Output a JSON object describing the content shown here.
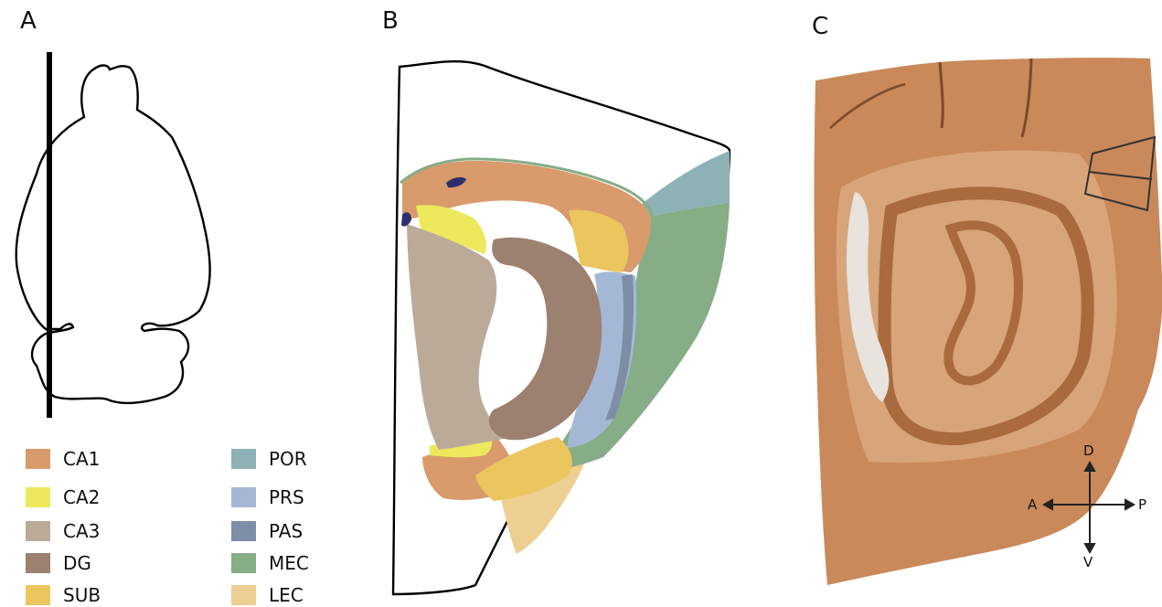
{
  "panels": {
    "a": "A",
    "b": "B",
    "c": "C"
  },
  "legend": [
    {
      "label": "CA1",
      "color": "#d99a6c"
    },
    {
      "label": "CA2",
      "color": "#ecea5c"
    },
    {
      "label": "CA3",
      "color": "#bcaa99"
    },
    {
      "label": "DG",
      "color": "#9c8170"
    },
    {
      "label": "SUB",
      "color": "#ebc65e"
    },
    {
      "label": "POR",
      "color": "#8eb1b6"
    },
    {
      "label": "PRS",
      "color": "#a4b8d6"
    },
    {
      "label": "PAS",
      "color": "#7d8ea6"
    },
    {
      "label": "MEC",
      "color": "#86ad86"
    },
    {
      "label": "LEC",
      "color": "#eecf92"
    }
  ],
  "compass": {
    "dorsal": "D",
    "ventral": "V",
    "anterior": "A",
    "posterior": "P"
  },
  "colors": {
    "outline": "#000000",
    "stain_tissue": "#c9895a",
    "stain_dark": "#a86a3e"
  }
}
